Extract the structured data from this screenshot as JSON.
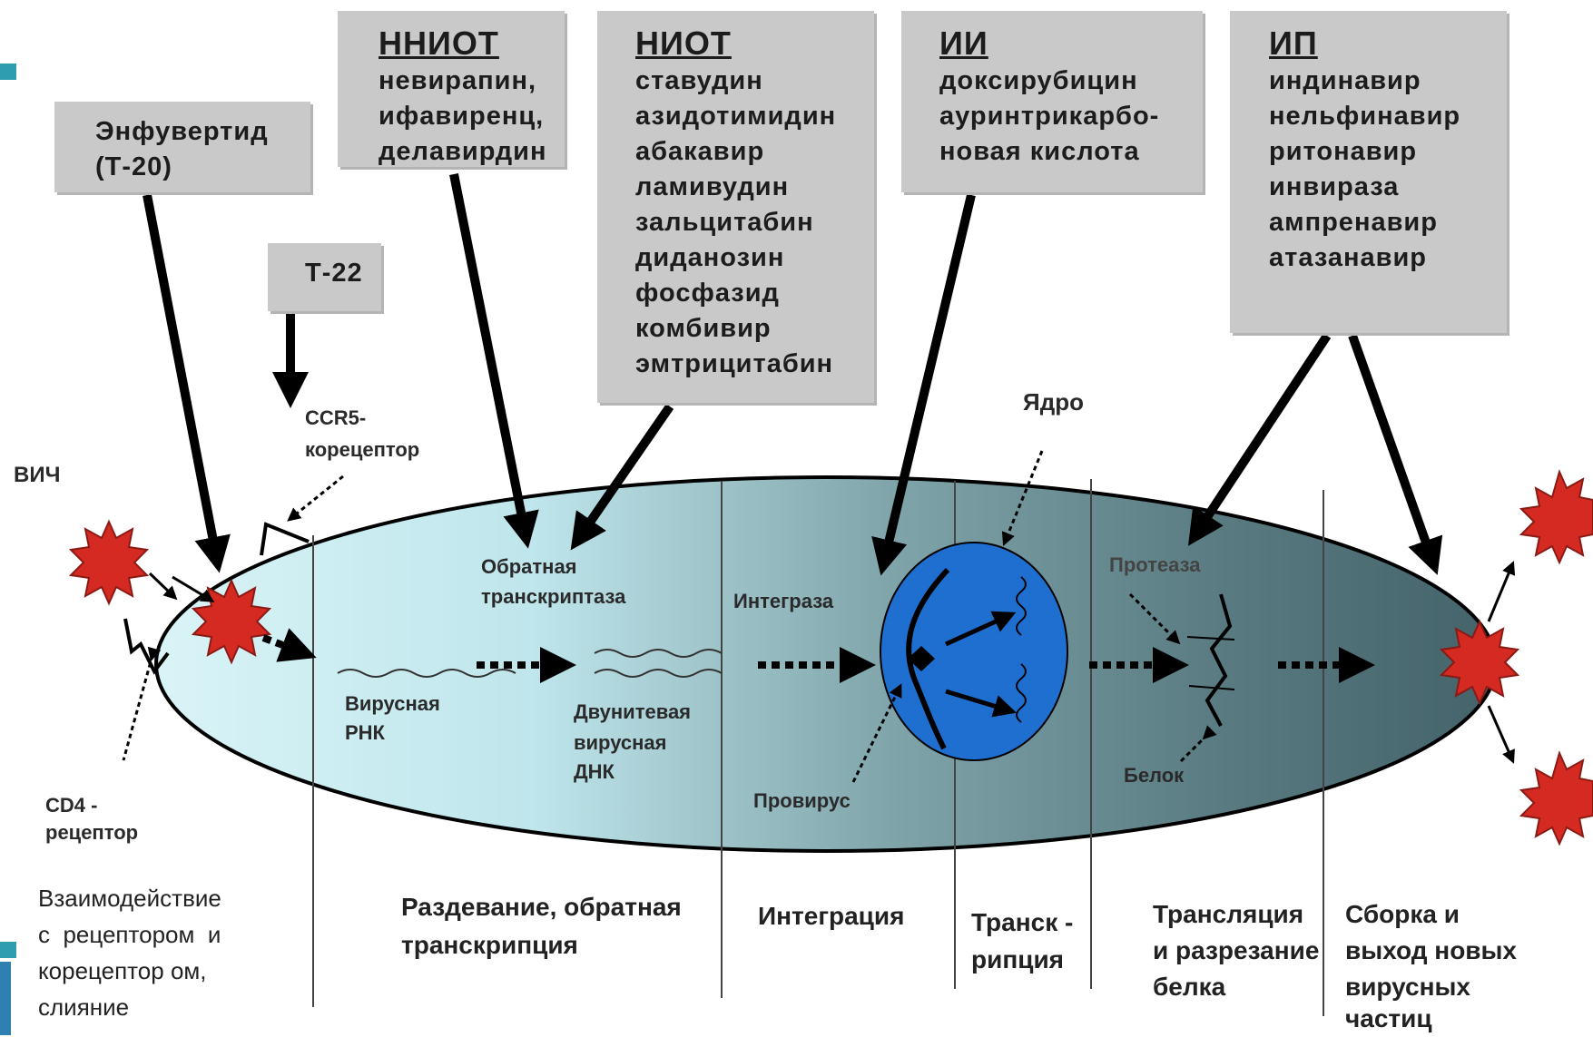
{
  "drug_boxes": {
    "enfuvirtide": {
      "lines": [
        "Энфувертид",
        "(Т-20)"
      ]
    },
    "t22": {
      "lines": [
        "Т-22"
      ]
    },
    "nniot": {
      "title": "ННИОТ",
      "lines": [
        "невирапин,",
        "ифавиренц,",
        "делавирдин"
      ]
    },
    "niot": {
      "title": "НИОТ",
      "lines": [
        "ставудин",
        "азидотимидин",
        "абакавир",
        "ламивудин",
        "зальцитабин",
        "диданозин",
        "фосфазид",
        "комбивир",
        "эмтрицитабин"
      ]
    },
    "ii": {
      "title": "ИИ",
      "lines": [
        "доксирубицин",
        "ауринтрикарбо-",
        "новая кислота"
      ]
    },
    "ip": {
      "title": "ИП",
      "lines": [
        "индинавир",
        "нельфинавир",
        "ритонавир",
        "инвираза",
        "ампренавир",
        "атазанавир"
      ]
    }
  },
  "labels": {
    "hiv": "ВИЧ",
    "ccr5": [
      "CCR5-",
      "корецептор"
    ],
    "cd4": [
      "CD4 -",
      "рецептор"
    ],
    "reverse_transcriptase": [
      "Обратная",
      "транскриптаза"
    ],
    "integrase": "Интеграза",
    "nucleus": "Ядро",
    "protease": "Протеаза",
    "viral_rna": [
      "Вирусная",
      "РНК"
    ],
    "ds_dna": [
      "Двунитевая",
      "вирусная",
      "ДНК"
    ],
    "provirus": "Провирус",
    "protein": "Белок"
  },
  "stages": {
    "binding": [
      "Взаимодействие",
      "с  рецептором  и",
      "корецептор ом,",
      "слияние"
    ],
    "uncoating": [
      "Раздевание, обратная",
      "транскрипция"
    ],
    "integration": "Интеграция",
    "transcription": [
      "Транск -",
      "рипция"
    ],
    "translation": [
      "Трансляция",
      "и разрезание",
      "белка"
    ],
    "assembly": [
      "Сборка и",
      "выход новых",
      "вирусных",
      "частиц"
    ]
  },
  "colors": {
    "box_fill": "#c9c9c9",
    "cell_light": "#d5f1f5",
    "cell_dark": "#4d6b71",
    "nucleus": "#1f6fd0",
    "virus": "#d42a22",
    "slide_accent": "#2f9db0"
  }
}
